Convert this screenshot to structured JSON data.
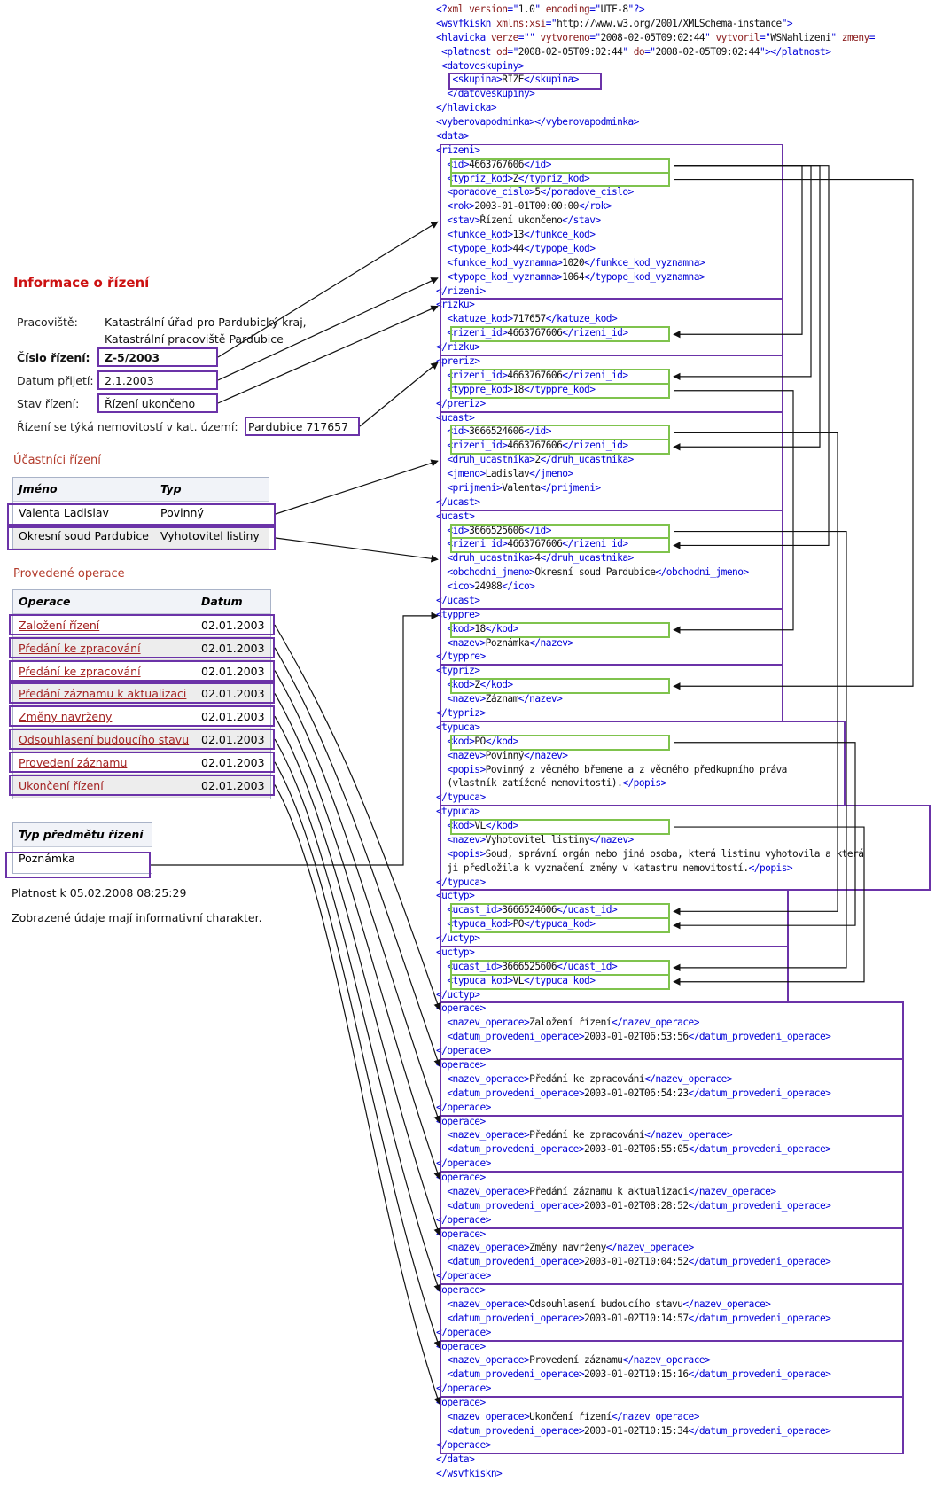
{
  "left": {
    "title": "Informace o řízení",
    "info": {
      "workplace_label": "Pracoviště:",
      "workplace_line1": "Katastrální úřad pro Pardubický kraj,",
      "workplace_line2": "Katastrální pracoviště Pardubice",
      "number_label": "Číslo řízení:",
      "number_value": "Z-5/2003",
      "date_label": "Datum přijetí:",
      "date_value": "2.1.2003",
      "state_label": "Stav řízení:",
      "state_value": "Řízení ukončeno",
      "cadastre_label": "Řízení se týká nemovitostí v kat. území:",
      "cadastre_value": "Pardubice 717657"
    },
    "participants": {
      "heading": "Účastníci řízení",
      "col_name": "Jméno",
      "col_type": "Typ",
      "rows": [
        {
          "name": "Valenta Ladislav",
          "type": "Povinný"
        },
        {
          "name": "Okresní soud Pardubice",
          "type": "Vyhotovitel listiny"
        }
      ]
    },
    "operations": {
      "heading": "Provedené operace",
      "col_op": "Operace",
      "col_date": "Datum",
      "rows": [
        {
          "name": "Založení řízení",
          "date": "02.01.2003"
        },
        {
          "name": "Předání ke zpracování",
          "date": "02.01.2003"
        },
        {
          "name": "Předání ke zpracování",
          "date": "02.01.2003"
        },
        {
          "name": "Předání záznamu k aktualizaci",
          "date": "02.01.2003"
        },
        {
          "name": "Změny navrženy",
          "date": "02.01.2003"
        },
        {
          "name": "Odsouhlasení budoucího stavu",
          "date": "02.01.2003"
        },
        {
          "name": "Provedení záznamu",
          "date": "02.01.2003"
        },
        {
          "name": "Ukončení řízení",
          "date": "02.01.2003"
        }
      ]
    },
    "subject": {
      "heading": "Typ předmětu řízení",
      "value": "Poznámka"
    },
    "validity": "Platnost k 05.02.2008 08:25:29",
    "note": "Zobrazené údaje mají informativní charakter."
  },
  "xml": {
    "lines": [
      [
        [
          "t",
          "<?"
        ],
        [
          "a",
          "xml version"
        ],
        [
          "t",
          "=\""
        ],
        [
          "v",
          "1.0"
        ],
        [
          "t",
          "\" "
        ],
        [
          "a",
          "encoding"
        ],
        [
          "t",
          "=\""
        ],
        [
          "v",
          "UTF-8"
        ],
        [
          "t",
          "\"?>"
        ]
      ],
      [
        [
          "t",
          "<wsvfkiskn "
        ],
        [
          "a",
          "xmlns:xsi"
        ],
        [
          "t",
          "=\""
        ],
        [
          "v",
          "http://www.w3.org/2001/XMLSchema-instance"
        ],
        [
          "t",
          "\">"
        ]
      ],
      [
        [
          "t",
          "<hlavicka "
        ],
        [
          "a",
          "verze"
        ],
        [
          "t",
          "=\""
        ],
        [
          "v",
          ""
        ],
        [
          "t",
          "\" "
        ],
        [
          "a",
          "vytvoreno"
        ],
        [
          "t",
          "=\""
        ],
        [
          "v",
          "2008-02-05T09:02:44"
        ],
        [
          "t",
          "\" "
        ],
        [
          "a",
          "vytvoril"
        ],
        [
          "t",
          "=\""
        ],
        [
          "v",
          "WSNahlizeni"
        ],
        [
          "t",
          "\" "
        ],
        [
          "a",
          "zmeny"
        ],
        [
          "t",
          "="
        ]
      ],
      [
        [
          "t",
          " <platnost "
        ],
        [
          "a",
          "od"
        ],
        [
          "t",
          "=\""
        ],
        [
          "v",
          "2008-02-05T09:02:44"
        ],
        [
          "t",
          "\" "
        ],
        [
          "a",
          "do"
        ],
        [
          "t",
          "=\""
        ],
        [
          "v",
          "2008-02-05T09:02:44"
        ],
        [
          "t",
          "\"></platnost>"
        ]
      ],
      [
        [
          "t",
          " <datoveskupiny>"
        ]
      ],
      [
        [
          "t",
          "   <skupina>"
        ],
        [
          "c",
          "RIZE"
        ],
        [
          "t",
          "</skupina>"
        ]
      ],
      [
        [
          "t",
          "  </datoveskupiny>"
        ]
      ],
      [
        [
          "t",
          "</hlavicka>"
        ]
      ],
      [
        [
          "t",
          "<vyberovapodminka></vyberovapodminka>"
        ]
      ],
      [
        [
          "t",
          "<data>"
        ]
      ],
      [
        [
          "t",
          "<rizeni>"
        ]
      ],
      [
        [
          "t",
          "  <id>"
        ],
        [
          "c",
          "4663767606"
        ],
        [
          "t",
          "</id>"
        ]
      ],
      [
        [
          "t",
          "  <typriz_kod>"
        ],
        [
          "c",
          "Z"
        ],
        [
          "t",
          "</typriz_kod>"
        ]
      ],
      [
        [
          "t",
          "  <poradove_cislo>"
        ],
        [
          "c",
          "5"
        ],
        [
          "t",
          "</poradove_cislo>"
        ]
      ],
      [
        [
          "t",
          "  <rok>"
        ],
        [
          "c",
          "2003-01-01T00:00:00"
        ],
        [
          "t",
          "</rok>"
        ]
      ],
      [
        [
          "t",
          "  <stav>"
        ],
        [
          "c",
          "Řízení ukončeno"
        ],
        [
          "t",
          "</stav>"
        ]
      ],
      [
        [
          "t",
          "  <funkce_kod>"
        ],
        [
          "c",
          "13"
        ],
        [
          "t",
          "</funkce_kod>"
        ]
      ],
      [
        [
          "t",
          "  <typope_kod>"
        ],
        [
          "c",
          "44"
        ],
        [
          "t",
          "</typope_kod>"
        ]
      ],
      [
        [
          "t",
          "  <funkce_kod_vyznamna>"
        ],
        [
          "c",
          "1020"
        ],
        [
          "t",
          "</funkce_kod_vyznamna>"
        ]
      ],
      [
        [
          "t",
          "  <typope_kod_vyznamna>"
        ],
        [
          "c",
          "1064"
        ],
        [
          "t",
          "</typope_kod_vyznamna>"
        ]
      ],
      [
        [
          "t",
          "</rizeni>"
        ]
      ],
      [
        [
          "t",
          "<rizku>"
        ]
      ],
      [
        [
          "t",
          "  <katuze_kod>"
        ],
        [
          "c",
          "717657"
        ],
        [
          "t",
          "</katuze_kod>"
        ]
      ],
      [
        [
          "t",
          "  <rizeni_id>"
        ],
        [
          "c",
          "4663767606"
        ],
        [
          "t",
          "</rizeni_id>"
        ]
      ],
      [
        [
          "t",
          "</rizku>"
        ]
      ],
      [
        [
          "t",
          "<preriz>"
        ]
      ],
      [
        [
          "t",
          "  <rizeni_id>"
        ],
        [
          "c",
          "4663767606"
        ],
        [
          "t",
          "</rizeni_id>"
        ]
      ],
      [
        [
          "t",
          "  <typpre_kod>"
        ],
        [
          "c",
          "18"
        ],
        [
          "t",
          "</typpre_kod>"
        ]
      ],
      [
        [
          "t",
          "</preriz>"
        ]
      ],
      [
        [
          "t",
          "<ucast>"
        ]
      ],
      [
        [
          "t",
          "  <id>"
        ],
        [
          "c",
          "3666524606"
        ],
        [
          "t",
          "</id>"
        ]
      ],
      [
        [
          "t",
          "  <rizeni_id>"
        ],
        [
          "c",
          "4663767606"
        ],
        [
          "t",
          "</rizeni_id>"
        ]
      ],
      [
        [
          "t",
          "  <druh_ucastnika>"
        ],
        [
          "c",
          "2"
        ],
        [
          "t",
          "</druh_ucastnika>"
        ]
      ],
      [
        [
          "t",
          "  <jmeno>"
        ],
        [
          "c",
          "Ladislav"
        ],
        [
          "t",
          "</jmeno>"
        ]
      ],
      [
        [
          "t",
          "  <prijmeni>"
        ],
        [
          "c",
          "Valenta"
        ],
        [
          "t",
          "</prijmeni>"
        ]
      ],
      [
        [
          "t",
          "</ucast>"
        ]
      ],
      [
        [
          "t",
          "<ucast>"
        ]
      ],
      [
        [
          "t",
          "  <id>"
        ],
        [
          "c",
          "3666525606"
        ],
        [
          "t",
          "</id>"
        ]
      ],
      [
        [
          "t",
          "  <rizeni_id>"
        ],
        [
          "c",
          "4663767606"
        ],
        [
          "t",
          "</rizeni_id>"
        ]
      ],
      [
        [
          "t",
          "  <druh_ucastnika>"
        ],
        [
          "c",
          "4"
        ],
        [
          "t",
          "</druh_ucastnika>"
        ]
      ],
      [
        [
          "t",
          "  <obchodni_jmeno>"
        ],
        [
          "c",
          "Okresní soud Pardubice"
        ],
        [
          "t",
          "</obchodni_jmeno>"
        ]
      ],
      [
        [
          "t",
          "  <ico>"
        ],
        [
          "c",
          "24988"
        ],
        [
          "t",
          "</ico>"
        ]
      ],
      [
        [
          "t",
          "</ucast>"
        ]
      ],
      [
        [
          "t",
          "<typpre>"
        ]
      ],
      [
        [
          "t",
          "  <kod>"
        ],
        [
          "c",
          "18"
        ],
        [
          "t",
          "</kod>"
        ]
      ],
      [
        [
          "t",
          "  <nazev>"
        ],
        [
          "c",
          "Poznámka"
        ],
        [
          "t",
          "</nazev>"
        ]
      ],
      [
        [
          "t",
          "</typpre>"
        ]
      ],
      [
        [
          "t",
          "<typriz>"
        ]
      ],
      [
        [
          "t",
          "  <kod>"
        ],
        [
          "c",
          "Z"
        ],
        [
          "t",
          "</kod>"
        ]
      ],
      [
        [
          "t",
          "  <nazev>"
        ],
        [
          "c",
          "Záznam"
        ],
        [
          "t",
          "</nazev>"
        ]
      ],
      [
        [
          "t",
          "</typriz>"
        ]
      ],
      [
        [
          "t",
          "<typuca>"
        ]
      ],
      [
        [
          "t",
          "  <kod>"
        ],
        [
          "c",
          "PO"
        ],
        [
          "t",
          "</kod>"
        ]
      ],
      [
        [
          "t",
          "  <nazev>"
        ],
        [
          "c",
          "Povinný"
        ],
        [
          "t",
          "</nazev>"
        ]
      ],
      [
        [
          "t",
          "  <popis>"
        ],
        [
          "c",
          "Povinný z věcného břemene a z věcného předkupního práva"
        ]
      ],
      [
        [
          "c",
          "  (vlastník zatížené nemovitosti)."
        ],
        [
          "t",
          "</popis>"
        ]
      ],
      [
        [
          "t",
          "</typuca>"
        ]
      ],
      [
        [
          "t",
          "<typuca>"
        ]
      ],
      [
        [
          "t",
          "  <kod>"
        ],
        [
          "c",
          "VL"
        ],
        [
          "t",
          "</kod>"
        ]
      ],
      [
        [
          "t",
          "  <nazev>"
        ],
        [
          "c",
          "Vyhotovitel listiny"
        ],
        [
          "t",
          "</nazev>"
        ]
      ],
      [
        [
          "t",
          "  <popis>"
        ],
        [
          "c",
          "Soud, správní orgán nebo jiná osoba, která listinu vyhotovila a která"
        ]
      ],
      [
        [
          "c",
          "  ji předložila k vyznačení změny v katastru nemovitostí."
        ],
        [
          "t",
          "</popis>"
        ]
      ],
      [
        [
          "t",
          "</typuca>"
        ]
      ],
      [
        [
          "t",
          "<uctyp>"
        ]
      ],
      [
        [
          "t",
          "  <ucast_id>"
        ],
        [
          "c",
          "3666524606"
        ],
        [
          "t",
          "</ucast_id>"
        ]
      ],
      [
        [
          "t",
          "  <typuca_kod>"
        ],
        [
          "c",
          "PO"
        ],
        [
          "t",
          "</typuca_kod>"
        ]
      ],
      [
        [
          "t",
          "</uctyp>"
        ]
      ],
      [
        [
          "t",
          "<uctyp>"
        ]
      ],
      [
        [
          "t",
          "  <ucast_id>"
        ],
        [
          "c",
          "3666525606"
        ],
        [
          "t",
          "</ucast_id>"
        ]
      ],
      [
        [
          "t",
          "  <typuca_kod>"
        ],
        [
          "c",
          "VL"
        ],
        [
          "t",
          "</typuca_kod>"
        ]
      ],
      [
        [
          "t",
          "</uctyp>"
        ]
      ],
      [
        [
          "t",
          "<operace>"
        ]
      ],
      [
        [
          "t",
          "  <nazev_operace>"
        ],
        [
          "c",
          "Založení řízení"
        ],
        [
          "t",
          "</nazev_operace>"
        ]
      ],
      [
        [
          "t",
          "  <datum_provedeni_operace>"
        ],
        [
          "c",
          "2003-01-02T06:53:56"
        ],
        [
          "t",
          "</datum_provedeni_operace>"
        ]
      ],
      [
        [
          "t",
          "</operace>"
        ]
      ],
      [
        [
          "t",
          "<operace>"
        ]
      ],
      [
        [
          "t",
          "  <nazev_operace>"
        ],
        [
          "c",
          "Předání ke zpracování"
        ],
        [
          "t",
          "</nazev_operace>"
        ]
      ],
      [
        [
          "t",
          "  <datum_provedeni_operace>"
        ],
        [
          "c",
          "2003-01-02T06:54:23"
        ],
        [
          "t",
          "</datum_provedeni_operace>"
        ]
      ],
      [
        [
          "t",
          "</operace>"
        ]
      ],
      [
        [
          "t",
          "<operace>"
        ]
      ],
      [
        [
          "t",
          "  <nazev_operace>"
        ],
        [
          "c",
          "Předání ke zpracování"
        ],
        [
          "t",
          "</nazev_operace>"
        ]
      ],
      [
        [
          "t",
          "  <datum_provedeni_operace>"
        ],
        [
          "c",
          "2003-01-02T06:55:05"
        ],
        [
          "t",
          "</datum_provedeni_operace>"
        ]
      ],
      [
        [
          "t",
          "</operace>"
        ]
      ],
      [
        [
          "t",
          "<operace>"
        ]
      ],
      [
        [
          "t",
          "  <nazev_operace>"
        ],
        [
          "c",
          "Předání záznamu k aktualizaci"
        ],
        [
          "t",
          "</nazev_operace>"
        ]
      ],
      [
        [
          "t",
          "  <datum_provedeni_operace>"
        ],
        [
          "c",
          "2003-01-02T08:28:52"
        ],
        [
          "t",
          "</datum_provedeni_operace>"
        ]
      ],
      [
        [
          "t",
          "</operace>"
        ]
      ],
      [
        [
          "t",
          "<operace>"
        ]
      ],
      [
        [
          "t",
          "  <nazev_operace>"
        ],
        [
          "c",
          "Změny navrženy"
        ],
        [
          "t",
          "</nazev_operace>"
        ]
      ],
      [
        [
          "t",
          "  <datum_provedeni_operace>"
        ],
        [
          "c",
          "2003-01-02T10:04:52"
        ],
        [
          "t",
          "</datum_provedeni_operace>"
        ]
      ],
      [
        [
          "t",
          "</operace>"
        ]
      ],
      [
        [
          "t",
          "<operace>"
        ]
      ],
      [
        [
          "t",
          "  <nazev_operace>"
        ],
        [
          "c",
          "Odsouhlasení budoucího stavu"
        ],
        [
          "t",
          "</nazev_operace>"
        ]
      ],
      [
        [
          "t",
          "  <datum_provedeni_operace>"
        ],
        [
          "c",
          "2003-01-02T10:14:57"
        ],
        [
          "t",
          "</datum_provedeni_operace>"
        ]
      ],
      [
        [
          "t",
          "</operace>"
        ]
      ],
      [
        [
          "t",
          "<operace>"
        ]
      ],
      [
        [
          "t",
          "  <nazev_operace>"
        ],
        [
          "c",
          "Provedení záznamu"
        ],
        [
          "t",
          "</nazev_operace>"
        ]
      ],
      [
        [
          "t",
          "  <datum_provedeni_operace>"
        ],
        [
          "c",
          "2003-01-02T10:15:16"
        ],
        [
          "t",
          "</datum_provedeni_operace>"
        ]
      ],
      [
        [
          "t",
          "</operace>"
        ]
      ],
      [
        [
          "t",
          "<operace>"
        ]
      ],
      [
        [
          "t",
          "  <nazev_operace>"
        ],
        [
          "c",
          "Ukončení řízení"
        ],
        [
          "t",
          "</nazev_operace>"
        ]
      ],
      [
        [
          "t",
          "  <datum_provedeni_operace>"
        ],
        [
          "c",
          "2003-01-02T10:15:34"
        ],
        [
          "t",
          "</datum_provedeni_operace>"
        ]
      ],
      [
        [
          "t",
          "</operace>"
        ]
      ],
      [
        [
          "t",
          "</data>"
        ]
      ],
      [
        [
          "t",
          "</wsvfkiskn>"
        ]
      ]
    ]
  },
  "colors": {
    "purple": "#6b33a8",
    "green": "#7fc34d",
    "tag": "#0000d8",
    "attr": "#8a1c1c",
    "title": "#cc1111"
  }
}
